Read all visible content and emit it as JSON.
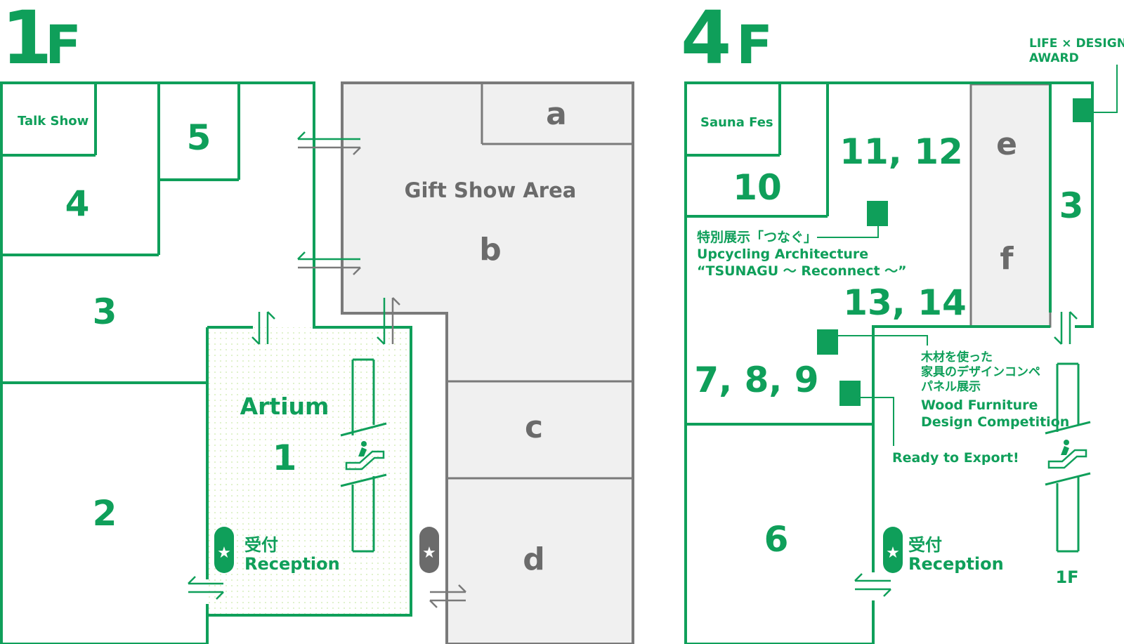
{
  "colors": {
    "green": "#0f9f5a",
    "gray": "#7a7a7a",
    "gray_fill": "#f0f0f0",
    "dark_gray": "#6b6b6b"
  },
  "floor1": {
    "title_num": "1",
    "title_f": "F",
    "rooms": {
      "talk_show": "Talk Show",
      "r5": "5",
      "r4": "4",
      "r3": "3",
      "r2": "2",
      "artium": "Artium",
      "r1": "1",
      "reception_jp": "受付",
      "reception_en": "Reception",
      "gift_show": "Gift Show Area",
      "a": "a",
      "b": "b",
      "c": "c",
      "d": "d"
    }
  },
  "floor4": {
    "title_num": "4",
    "title_f": "F",
    "rooms": {
      "sauna_fes": "Sauna Fes",
      "r10": "10",
      "r11_12": "11, 12",
      "e": "e",
      "f": "f",
      "r3": "3",
      "r13_14": "13, 14",
      "r7_8_9": "7, 8, 9",
      "r6": "6",
      "reception_jp": "受付",
      "reception_en": "Reception",
      "to_1f": "1F"
    },
    "labels": {
      "life_design_1": "LIFE × DESIGN",
      "life_design_2": "AWARD",
      "special_1": "特別展示「つなぐ」",
      "special_2": "Upcycling Architecture",
      "special_3": "“TSUNAGU 〜 Reconnect 〜”",
      "wood_jp_1": "木材を使った",
      "wood_jp_2": "家具のデザインコンペ",
      "wood_jp_3": "パネル展示",
      "wood_en_1": "Wood Furniture",
      "wood_en_2": "Design Competition",
      "export": "Ready to Export!"
    }
  }
}
